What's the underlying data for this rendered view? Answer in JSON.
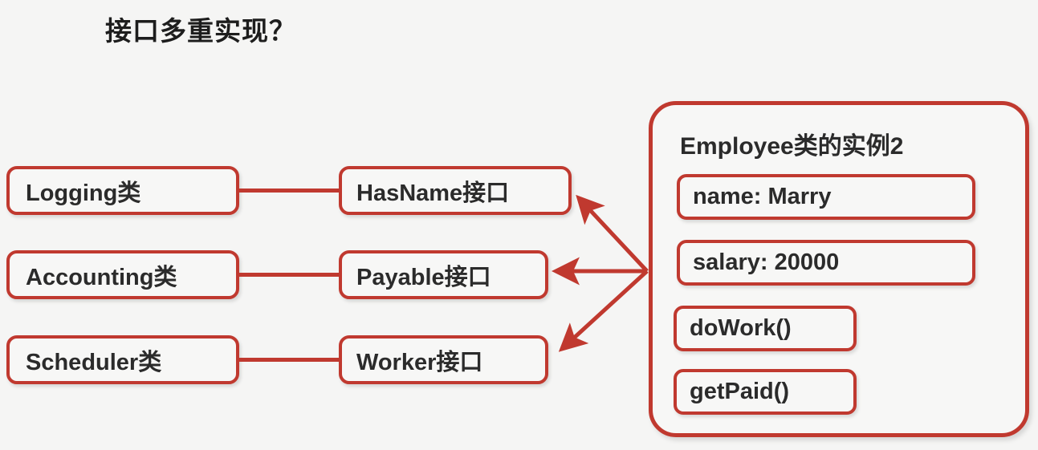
{
  "title": "接口多重实现？",
  "colors": {
    "accent": "#c0392f",
    "background": "#f5f5f4",
    "box_fill": "#f7f7f6",
    "text": "#2b2b2b"
  },
  "classes": [
    {
      "label": "Logging类"
    },
    {
      "label": "Accounting类"
    },
    {
      "label": "Scheduler类"
    }
  ],
  "interfaces": [
    {
      "label": "HasName接口"
    },
    {
      "label": "Payable接口"
    },
    {
      "label": "Worker接口"
    }
  ],
  "instance": {
    "title": "Employee类的实例2",
    "members": [
      {
        "label": "name: Marry"
      },
      {
        "label": "salary: 20000"
      },
      {
        "label": "doWork()"
      },
      {
        "label": "getPaid()"
      }
    ]
  },
  "connections": {
    "class_to_interface": [
      {
        "from": "Logging类",
        "to": "HasName接口",
        "style": "line"
      },
      {
        "from": "Accounting类",
        "to": "Payable接口",
        "style": "line"
      },
      {
        "from": "Scheduler类",
        "to": "Worker接口",
        "style": "line"
      }
    ],
    "instance_to_interface": [
      {
        "from": "Employee类的实例2",
        "to": "HasName接口",
        "style": "arrow"
      },
      {
        "from": "Employee类的实例2",
        "to": "Payable接口",
        "style": "arrow"
      },
      {
        "from": "Employee类的实例2",
        "to": "Worker接口",
        "style": "arrow"
      }
    ]
  }
}
